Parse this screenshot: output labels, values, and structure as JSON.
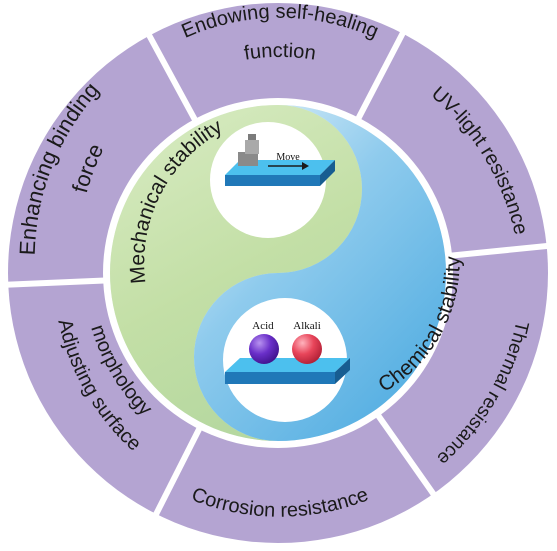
{
  "ring_segments": [
    {
      "id": "endowing",
      "lines": [
        "Endowing  self-healing",
        "function"
      ]
    },
    {
      "id": "uv",
      "lines": [
        "UV-light resistance"
      ]
    },
    {
      "id": "thermal",
      "lines": [
        "Thermal resistance"
      ]
    },
    {
      "id": "corrosion",
      "lines": [
        "Corrosion resistance"
      ]
    },
    {
      "id": "adjusting",
      "lines": [
        "Adjusting surface",
        "morphology"
      ]
    },
    {
      "id": "enhancing",
      "lines": [
        "Enhancing binding",
        "force"
      ]
    }
  ],
  "center": {
    "mechanical_label": "Mechanical stability",
    "chemical_label": "Chemical stability",
    "move_label": "Move",
    "acid_label": "Acid",
    "alkali_label": "Alkali"
  },
  "colors": {
    "ring_fill": "#b4a4d2",
    "ring_border": "#ffffff",
    "mechanical_green": "#c9e2b2",
    "chemical_blue": "#5fb5e3",
    "acid_sphere": "#6a2fc9",
    "alkali_sphere": "#e8455a",
    "substrate_blue": "#2fa9e0"
  }
}
